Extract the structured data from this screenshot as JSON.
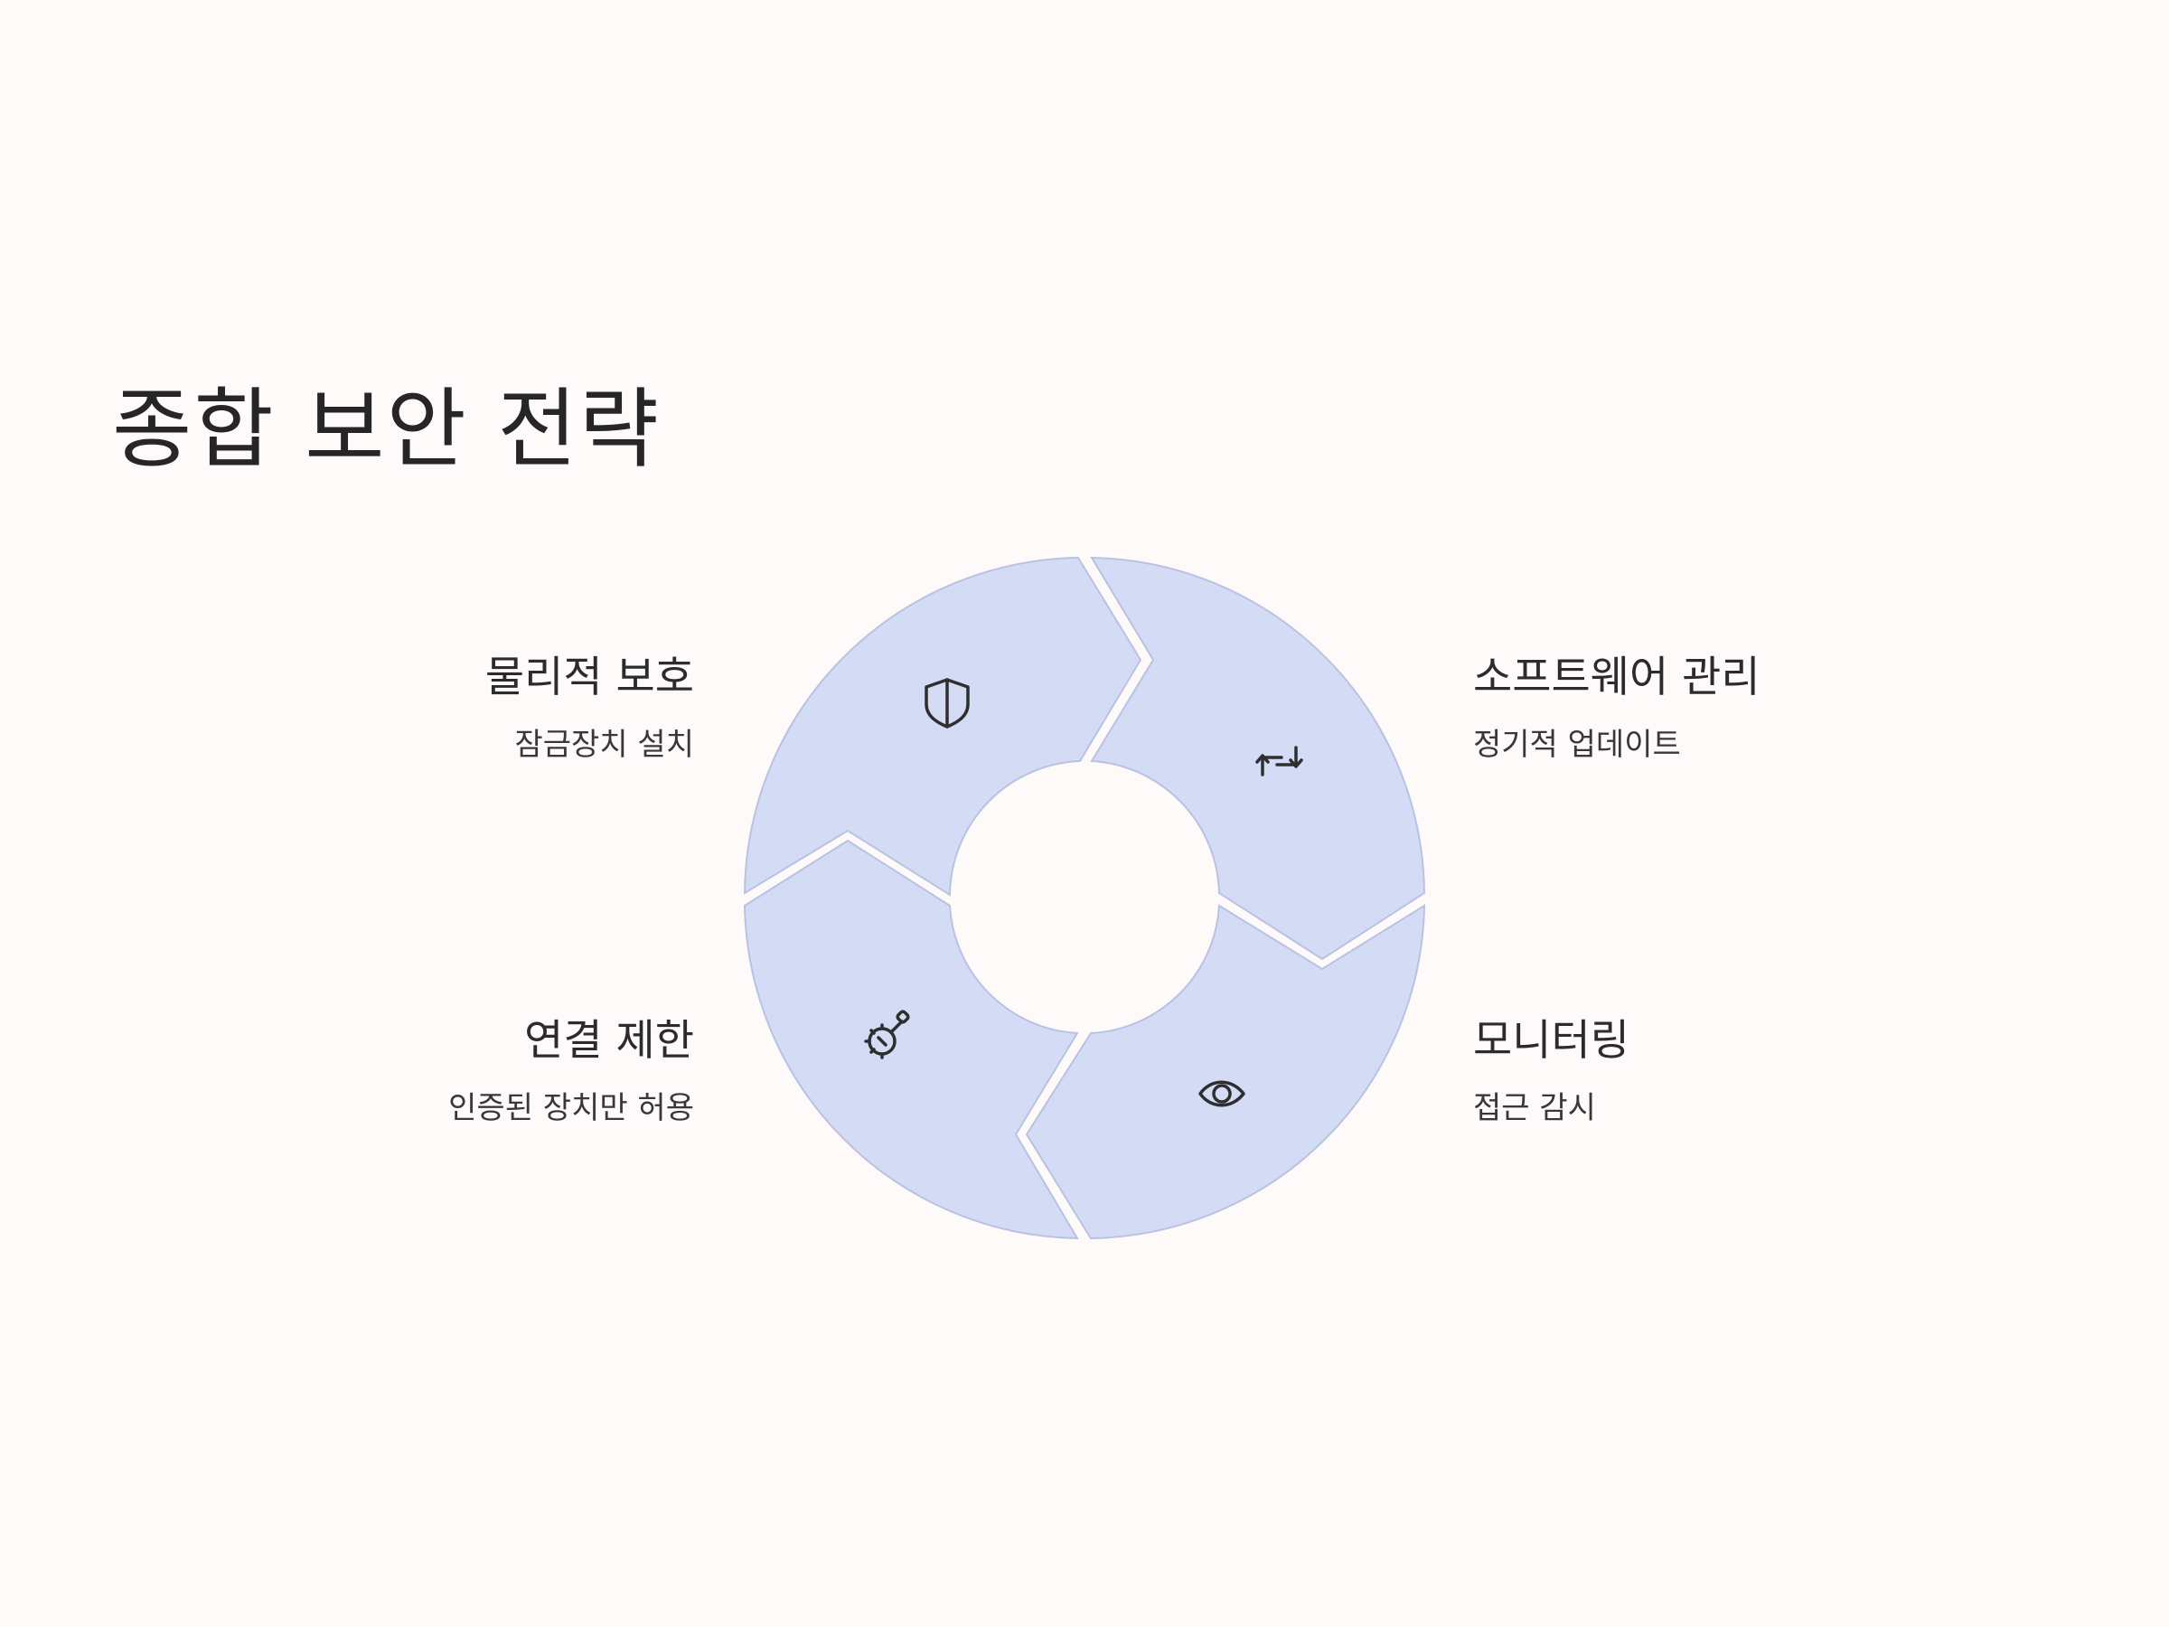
{
  "title": "종합 보안 전략",
  "colors": {
    "background": "#fffafa",
    "segment_fill": "#d3dcf4",
    "segment_stroke": "#b9c2e2",
    "text": "#2b2b2b"
  },
  "items": [
    {
      "position": "top-left",
      "heading": "물리적 보호",
      "description": "잠금장치 설치",
      "icon": "shield-icon"
    },
    {
      "position": "top-right",
      "heading": "소프트웨어 관리",
      "description": "정기적 업데이트",
      "icon": "refresh-arrows-icon"
    },
    {
      "position": "bottom-left",
      "heading": "연결 제한",
      "description": "인증된 장치만 허용",
      "icon": "connection-plug-icon"
    },
    {
      "position": "bottom-right",
      "heading": "모니터링",
      "description": "접근 감시",
      "icon": "eye-icon"
    }
  ]
}
